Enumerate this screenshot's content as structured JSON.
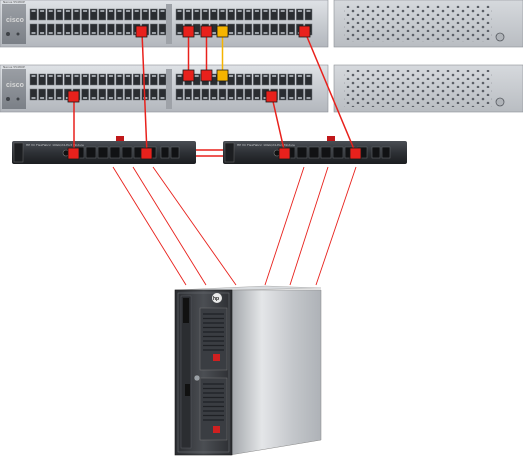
{
  "switches": {
    "top": {
      "model_label": "Nexus 5548UP",
      "brand": "cisco"
    },
    "bottom": {
      "model_label": "Nexus 5548UP",
      "brand": "cisco"
    }
  },
  "modules": {
    "left": {
      "label": "HP VC FlexFabric 10Gb/24-Port Module"
    },
    "right": {
      "label": "HP VC FlexFabric 10Gb/24-Port Module"
    }
  },
  "server": {
    "brand": "hp"
  },
  "colors": {
    "link": "#e8211c",
    "port_highlight": "#e8211c",
    "peer_link": "#f5b400",
    "stacking": "#e8211c"
  }
}
